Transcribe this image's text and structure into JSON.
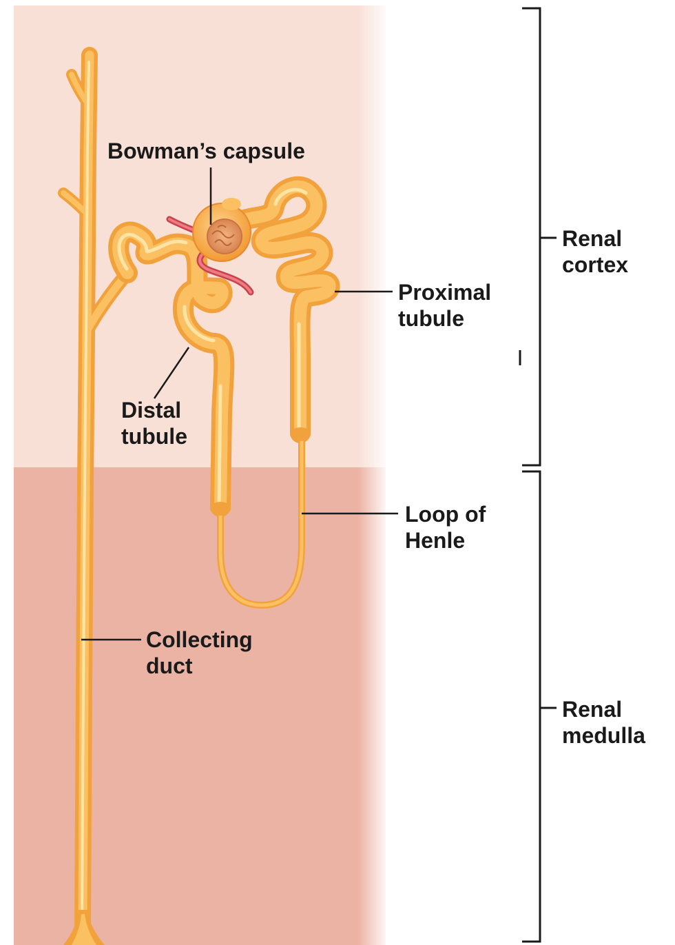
{
  "labels": {
    "bowmans_capsule": "Bowman’s capsule",
    "proximal_tubule": [
      "Proximal",
      "tubule"
    ],
    "distal_tubule": [
      "Distal",
      "tubule"
    ],
    "loop_of_henle": [
      "Loop of",
      "Henle"
    ],
    "collecting_duct": [
      "Collecting",
      "duct"
    ],
    "renal_cortex": [
      "Renal",
      "cortex"
    ],
    "renal_medulla": [
      "Renal",
      "medulla"
    ]
  },
  "colors": {
    "cortex_background": "#f8e0d7",
    "medulla_background": "#ebb3a4",
    "tubule_outer": "#f2a23c",
    "tubule_inner": "#fbc062",
    "tubule_highlight": "#ffe4a6",
    "blood_vessel": "#e65a64",
    "glomerulus": "#e79660",
    "leader_line": "#1a1a1a"
  }
}
